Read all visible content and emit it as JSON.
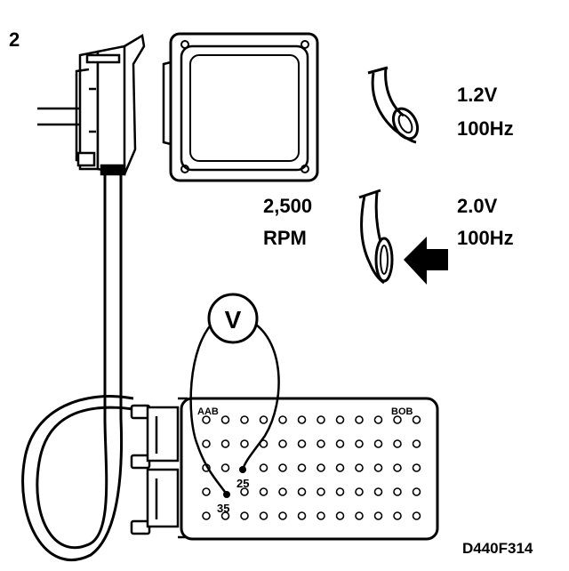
{
  "figure": {
    "step_number": "2",
    "reference_code": "D440F314"
  },
  "readings": [
    {
      "voltage": "1.2V",
      "frequency": "100Hz"
    },
    {
      "voltage": "2.0V",
      "frequency": "100Hz"
    }
  ],
  "engine_speed": {
    "value": "2,500",
    "unit": "RPM"
  },
  "meter": {
    "symbol": "V"
  },
  "breakout_box": {
    "label_left": "AAB",
    "label_right": "BOB",
    "pin_a": "25",
    "pin_b": "35"
  }
}
